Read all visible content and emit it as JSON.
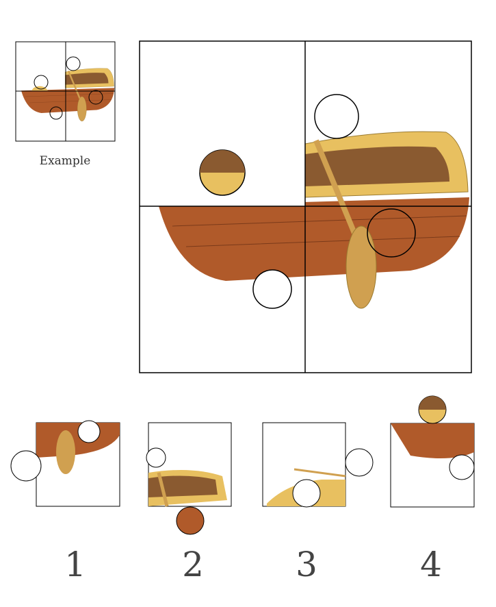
{
  "example_label": "Example",
  "options": [
    {
      "number": "1"
    },
    {
      "number": "2"
    },
    {
      "number": "3"
    },
    {
      "number": "4"
    }
  ],
  "colors": {
    "hull": "#b05a2a",
    "rim": "#e8c060",
    "inner": "#8a5a30",
    "oar": "#d0a050",
    "outline": "#000000"
  }
}
